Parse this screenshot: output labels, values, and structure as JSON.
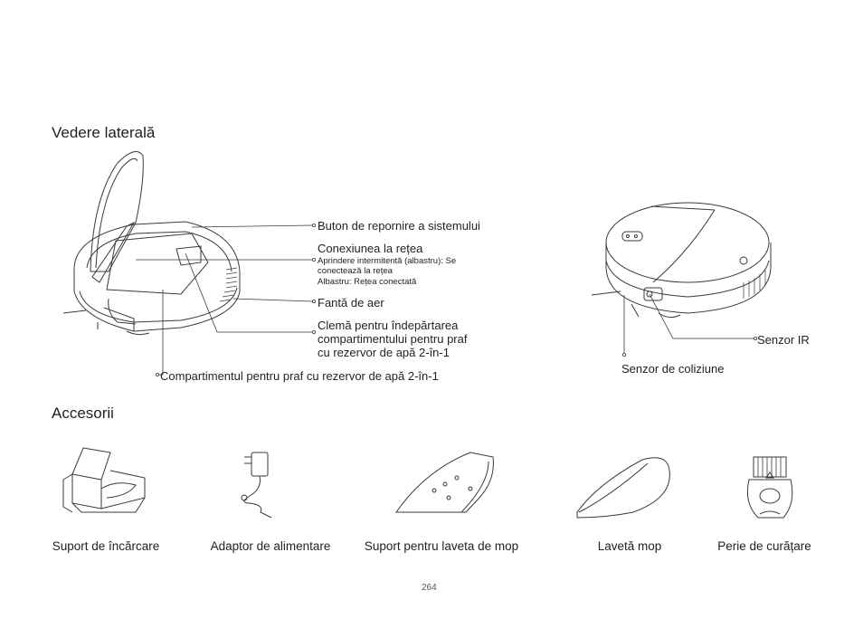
{
  "sections": {
    "side_view_title": "Vedere laterală",
    "accessories_title": "Accesorii"
  },
  "side_labels": {
    "reset_button": "Buton de repornire a sistemului",
    "wifi_title": "Conexiunea la rețea",
    "wifi_desc_line1": "Aprindere intermitentă (albastru): Se",
    "wifi_desc_line2": "conectează la rețea",
    "wifi_desc_line3": "Albastru: Rețea conectată",
    "air_vent": "Fantă de aer",
    "clip_line1": "Clemă pentru îndepărtarea",
    "clip_line2": "compartimentului pentru praf",
    "clip_line3": "cu rezervor de apă 2-în-1",
    "dust_bin": "Compartimentul pentru praf cu rezervor de apă 2-în-1",
    "ir_sensor": "Senzor IR",
    "collision_sensor": "Senzor de coliziune"
  },
  "accessories": {
    "dock": "Suport de încărcare",
    "adapter": "Adaptor de alimentare",
    "mop_bracket": "Suport pentru laveta de mop",
    "mop_cloth": "Lavetă mop",
    "brush": "Perie de curățare"
  },
  "page_number": "264"
}
